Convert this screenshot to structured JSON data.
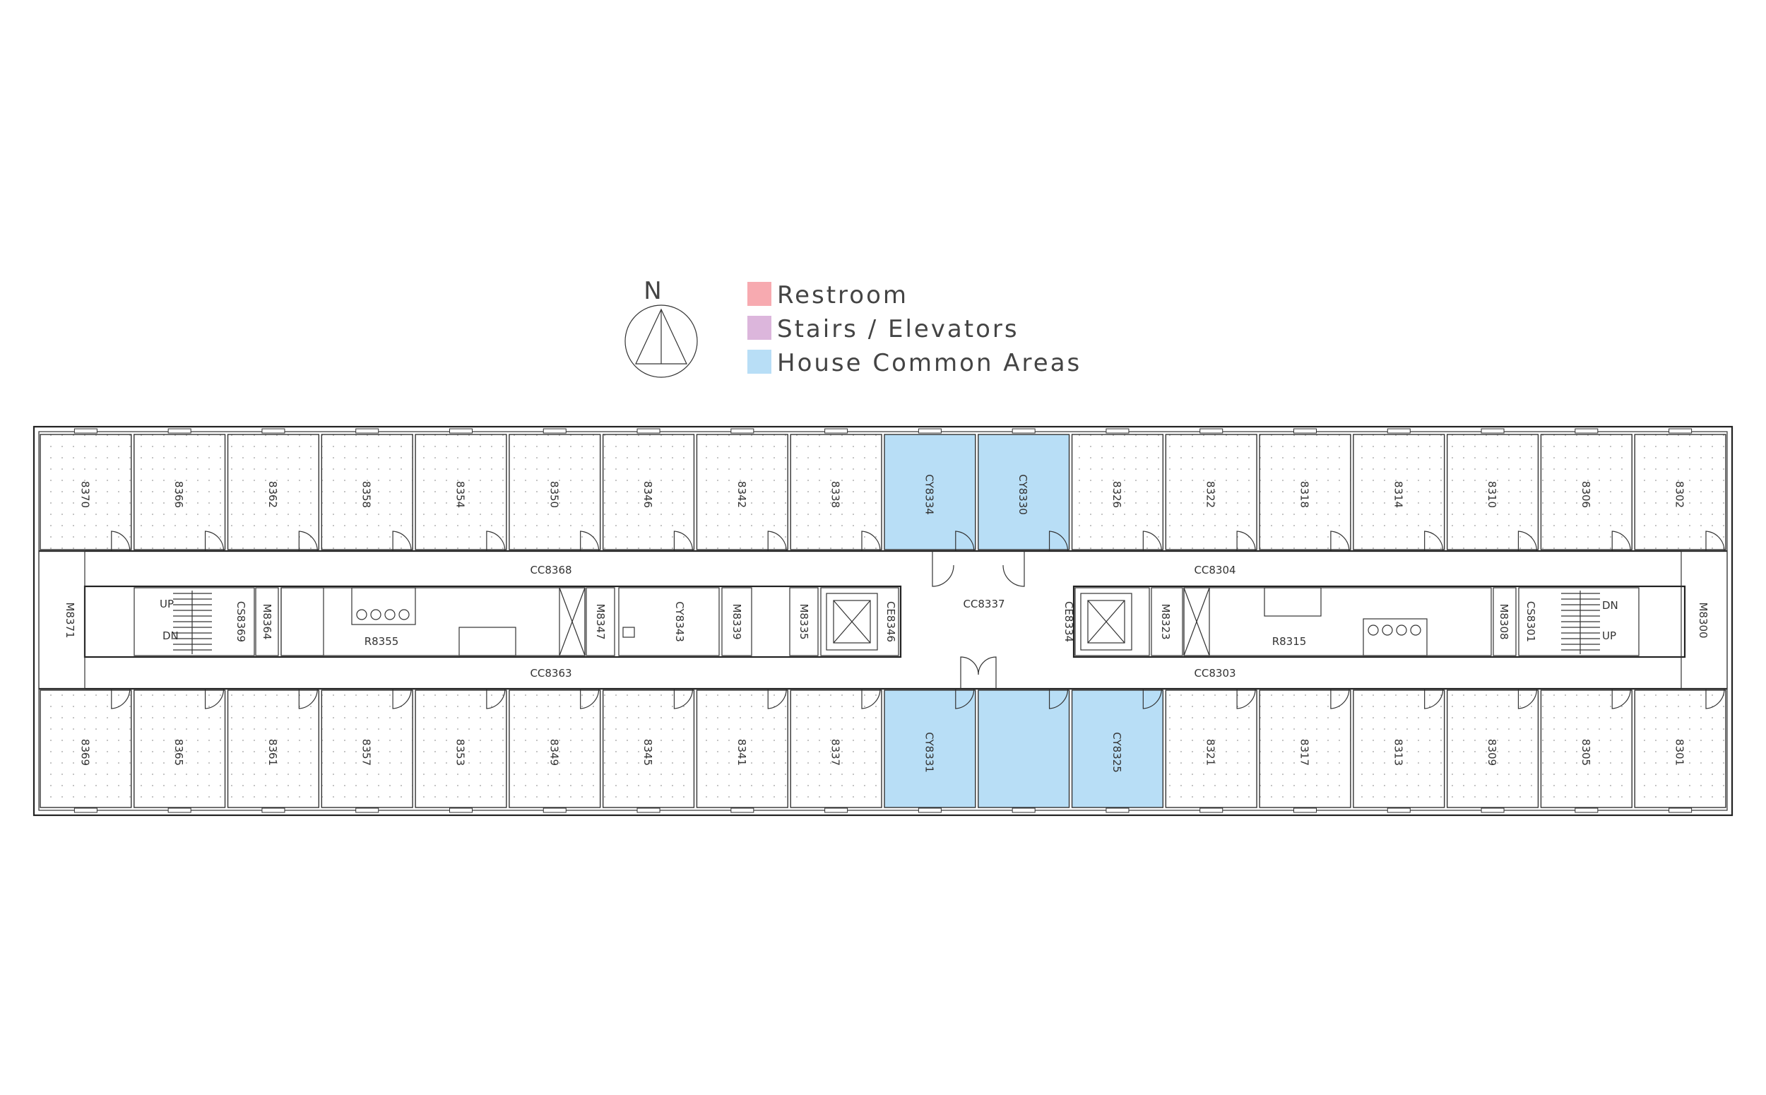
{
  "compass": {
    "label": "N"
  },
  "legend": [
    {
      "label": "Restroom",
      "color": "#f7aab0"
    },
    {
      "label": "Stairs / Elevators",
      "color": "#dcb6dc"
    },
    {
      "label": "House Common Areas",
      "color": "#b8def6"
    }
  ],
  "colors": {
    "restroom": "#f7aab0",
    "stairs": "#dcb6dc",
    "common": "#b8def6",
    "room": "#ffffff"
  },
  "rooms": {
    "north": [
      "8370",
      "8366",
      "8362",
      "8358",
      "8354",
      "8350",
      "8346",
      "8342",
      "8338",
      "CY8334",
      "CY8330",
      "8326",
      "8322",
      "8318",
      "8314",
      "8310",
      "8306",
      "8302"
    ],
    "south": [
      "8369",
      "8365",
      "8361",
      "8357",
      "8353",
      "8349",
      "8345",
      "8341",
      "8337",
      "CY8331",
      "",
      "CY8325",
      "8321",
      "8317",
      "8313",
      "8309",
      "8305",
      "8301"
    ]
  },
  "core": {
    "west_end": "M8371",
    "east_end": "M8300",
    "stairs_west": "CS8369",
    "stairs_east": "CS8301",
    "m8364": "M8364",
    "restroom_west": "R8355",
    "m8347": "M8347",
    "cy8343": "CY8343",
    "m8339": "M8339",
    "m8335": "M8335",
    "elevator_west": "CE8346",
    "central": "CC8337",
    "elevator_east": "CE8334",
    "m8323": "M8323",
    "restroom_east": "R8315",
    "m8308": "M8308",
    "corridors": {
      "nw": "CC8368",
      "sw": "CC8363",
      "ne": "CC8304",
      "se": "CC8303"
    }
  },
  "stair_marks": {
    "up": "UP",
    "dn": "DN"
  }
}
